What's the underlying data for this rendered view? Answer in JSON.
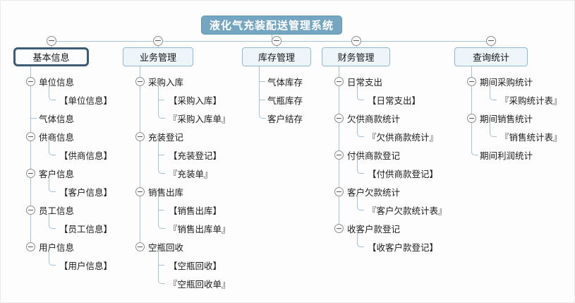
{
  "title": "液化气充装配送管理系统",
  "colors": {
    "root_bg": "#74a6c2",
    "root_text": "#ffffff",
    "branch_bg": "#eef5fa",
    "branch_border": "#90b8d4",
    "selected_branch_border": "#3c5b77",
    "connector_line": "#a4c3d9",
    "collapse_ring": "#8f8f8f",
    "node_text": "#1b1b1b"
  },
  "branches": [
    {
      "label": "基本信息",
      "selected": true,
      "children": [
        {
          "label": "单位信息",
          "collapsible": true,
          "children": [
            {
              "label": "【单位信息】"
            }
          ]
        },
        {
          "label": "气体信息"
        },
        {
          "label": "供商信息",
          "collapsible": true,
          "children": [
            {
              "label": "【供商信息】"
            }
          ]
        },
        {
          "label": "客户信息",
          "collapsible": true,
          "children": [
            {
              "label": "【客户信息】"
            }
          ]
        },
        {
          "label": "员工信息",
          "collapsible": true,
          "children": [
            {
              "label": "【员工信息】"
            }
          ]
        },
        {
          "label": "用户信息",
          "collapsible": true,
          "children": [
            {
              "label": "【用户信息】"
            }
          ]
        }
      ]
    },
    {
      "label": "业务管理",
      "selected": false,
      "children": [
        {
          "label": "采购入库",
          "collapsible": true,
          "children": [
            {
              "label": "【采购入库】"
            },
            {
              "label": "『采购入库单』"
            }
          ]
        },
        {
          "label": "充装登记",
          "collapsible": true,
          "children": [
            {
              "label": "【充装登记】"
            },
            {
              "label": "『充装单』"
            }
          ]
        },
        {
          "label": "销售出库",
          "collapsible": true,
          "children": [
            {
              "label": "【销售出库】"
            },
            {
              "label": "『销售出库单』"
            }
          ]
        },
        {
          "label": "空瓶回收",
          "collapsible": true,
          "children": [
            {
              "label": "【空瓶回收】"
            },
            {
              "label": "『空瓶回收单』"
            }
          ]
        }
      ]
    },
    {
      "label": "库存管理",
      "selected": false,
      "children": [
        {
          "label": "气体库存"
        },
        {
          "label": "气瓶库存"
        },
        {
          "label": "客户结存"
        }
      ]
    },
    {
      "label": "财务管理",
      "selected": false,
      "children": [
        {
          "label": "日常支出",
          "collapsible": true,
          "children": [
            {
              "label": "【日常支出】"
            }
          ]
        },
        {
          "label": "欠供商款统计",
          "collapsible": true,
          "children": [
            {
              "label": "『欠供商款统计』"
            }
          ]
        },
        {
          "label": "付供商款登记",
          "collapsible": true,
          "children": [
            {
              "label": "【付供商款登记】"
            }
          ]
        },
        {
          "label": "客户欠款统计",
          "collapsible": true,
          "children": [
            {
              "label": "『客户欠款统计表』"
            }
          ]
        },
        {
          "label": "收客户款登记",
          "collapsible": true,
          "children": [
            {
              "label": "【收客户款登记】"
            }
          ]
        }
      ]
    },
    {
      "label": "查询统计",
      "selected": false,
      "children": [
        {
          "label": "期间采购统计",
          "collapsible": true,
          "children": [
            {
              "label": "『采购统计表』"
            }
          ]
        },
        {
          "label": "期间销售统计",
          "collapsible": true,
          "children": [
            {
              "label": "『销售统计表』"
            }
          ]
        },
        {
          "label": "期间利润统计"
        }
      ]
    }
  ]
}
